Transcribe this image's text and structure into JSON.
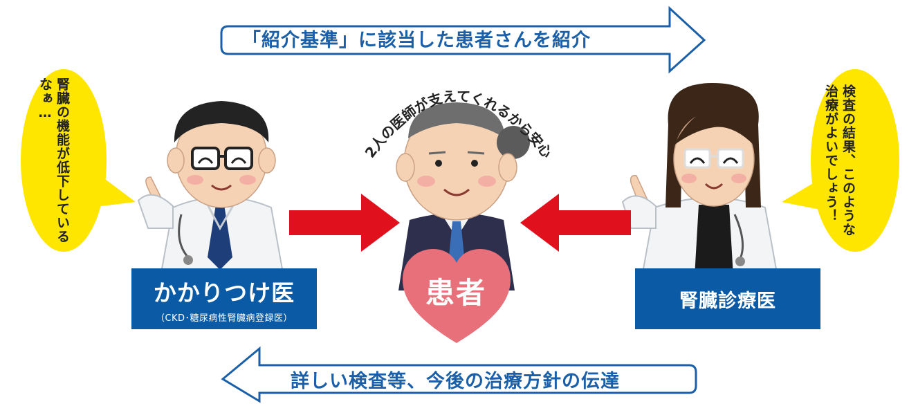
{
  "arrows": {
    "top": "「紹介基準」に該当した患者さんを紹介",
    "bottom": "詳しい検査等、今後の治療方針の伝達"
  },
  "curved_caption": "2人の医師が支えてくれるから安心",
  "bubbles": {
    "left": "腎臓の機能が低下しているなぁ…",
    "right": "検査の結果、このような治療がよいでしょう！"
  },
  "left_doctor": {
    "title": "かかりつけ医",
    "subtitle": "（CKD･糖尿病性腎臓病登録医）"
  },
  "right_doctor": {
    "title": "腎臓診療医"
  },
  "patient": "患者",
  "colors": {
    "arrow_outline": "#1a5fa8",
    "label_box": "#0b5aa6",
    "bubble": "#ffe600",
    "red_arrow": "#e0101d",
    "heart": "#e8707a"
  }
}
